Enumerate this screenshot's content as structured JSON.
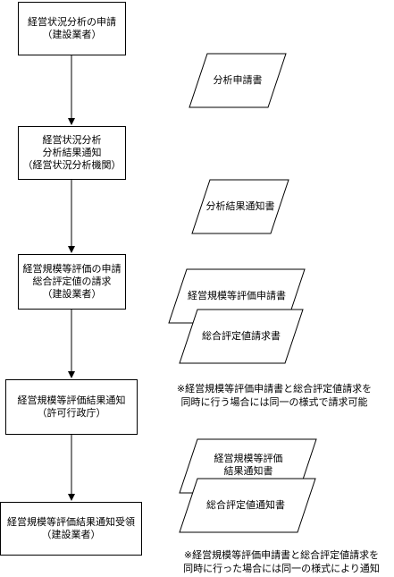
{
  "steps": [
    {
      "label": "経営状況分析の申請\n（建設業者）"
    },
    {
      "label": "経営状況分析\n分析結果通知\n（経営状況分析機関）"
    },
    {
      "label": "経営規模等評価の申請\n総合評定値の請求\n（建設業者）"
    },
    {
      "label": "経営規模等評価結果通知\n（許可行政庁）"
    },
    {
      "label": "経営規模等評価結果通知受領\n（建設業者）"
    }
  ],
  "documents": {
    "doc1": "分析申請書",
    "doc2": "分析結果通知書",
    "doc3a": "経営規模等評価申請書",
    "doc3b": "総合評定値請求書",
    "doc5a": "経営規模等評価\n結果通知書",
    "doc5b": "総合評定値通知書"
  },
  "notes": {
    "note1": "※経営規模等評価申請書と総合評定値請求を\n同時に行う場合には同一の様式で請求可能",
    "note2": "※経営規模等評価申請書と総合評定値請求を\n同時に行った場合には同一の様式により通知"
  },
  "colors": {
    "stroke": "#000000",
    "fill": "#ffffff"
  }
}
